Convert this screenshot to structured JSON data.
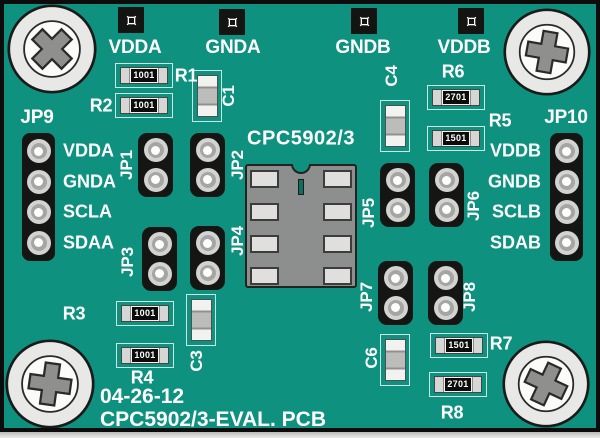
{
  "colors": {
    "board": "#0f917f",
    "border": "#0c0c0c",
    "silkscreen_text": "#ffffff",
    "header_black": "#151513",
    "socket_gray": "#8c8f8d",
    "component_body": "#f3f3f1"
  },
  "icons": {
    "test_pad": "square-target-icon",
    "screw": "phillips-screw-icon"
  },
  "silkscreen": {
    "ic_designator": "CPC5902/3",
    "date": "04-26-12",
    "board_title": "CPC5902/3-EVAL. PCB"
  },
  "test_points": [
    {
      "label": "VDDA"
    },
    {
      "label": "GNDA"
    },
    {
      "label": "GNDB"
    },
    {
      "label": "VDDB"
    }
  ],
  "headers": {
    "jp9": {
      "label": "JP9",
      "pins": [
        {
          "label": "VDDA"
        },
        {
          "label": "GNDA"
        },
        {
          "label": "SCLA"
        },
        {
          "label": "SDAA"
        }
      ]
    },
    "jp10": {
      "label": "JP10",
      "pins": [
        {
          "label": "VDDB"
        },
        {
          "label": "GNDB"
        },
        {
          "label": "SCLB"
        },
        {
          "label": "SDAB"
        }
      ]
    },
    "jumpers": [
      {
        "label": "JP1"
      },
      {
        "label": "JP2"
      },
      {
        "label": "JP3"
      },
      {
        "label": "JP4"
      },
      {
        "label": "JP5"
      },
      {
        "label": "JP6"
      },
      {
        "label": "JP7"
      },
      {
        "label": "JP8"
      }
    ]
  },
  "resistors": [
    {
      "ref": "R1",
      "marking": "1001"
    },
    {
      "ref": "R2",
      "marking": "1001"
    },
    {
      "ref": "R3",
      "marking": "1001"
    },
    {
      "ref": "R4",
      "marking": "1001"
    },
    {
      "ref": "R5",
      "marking": "1501"
    },
    {
      "ref": "R6",
      "marking": "2701"
    },
    {
      "ref": "R7",
      "marking": "1501"
    },
    {
      "ref": "R8",
      "marking": "2701"
    }
  ],
  "capacitors": [
    {
      "ref": "C1"
    },
    {
      "ref": "C3"
    },
    {
      "ref": "C4"
    },
    {
      "ref": "C6"
    }
  ]
}
